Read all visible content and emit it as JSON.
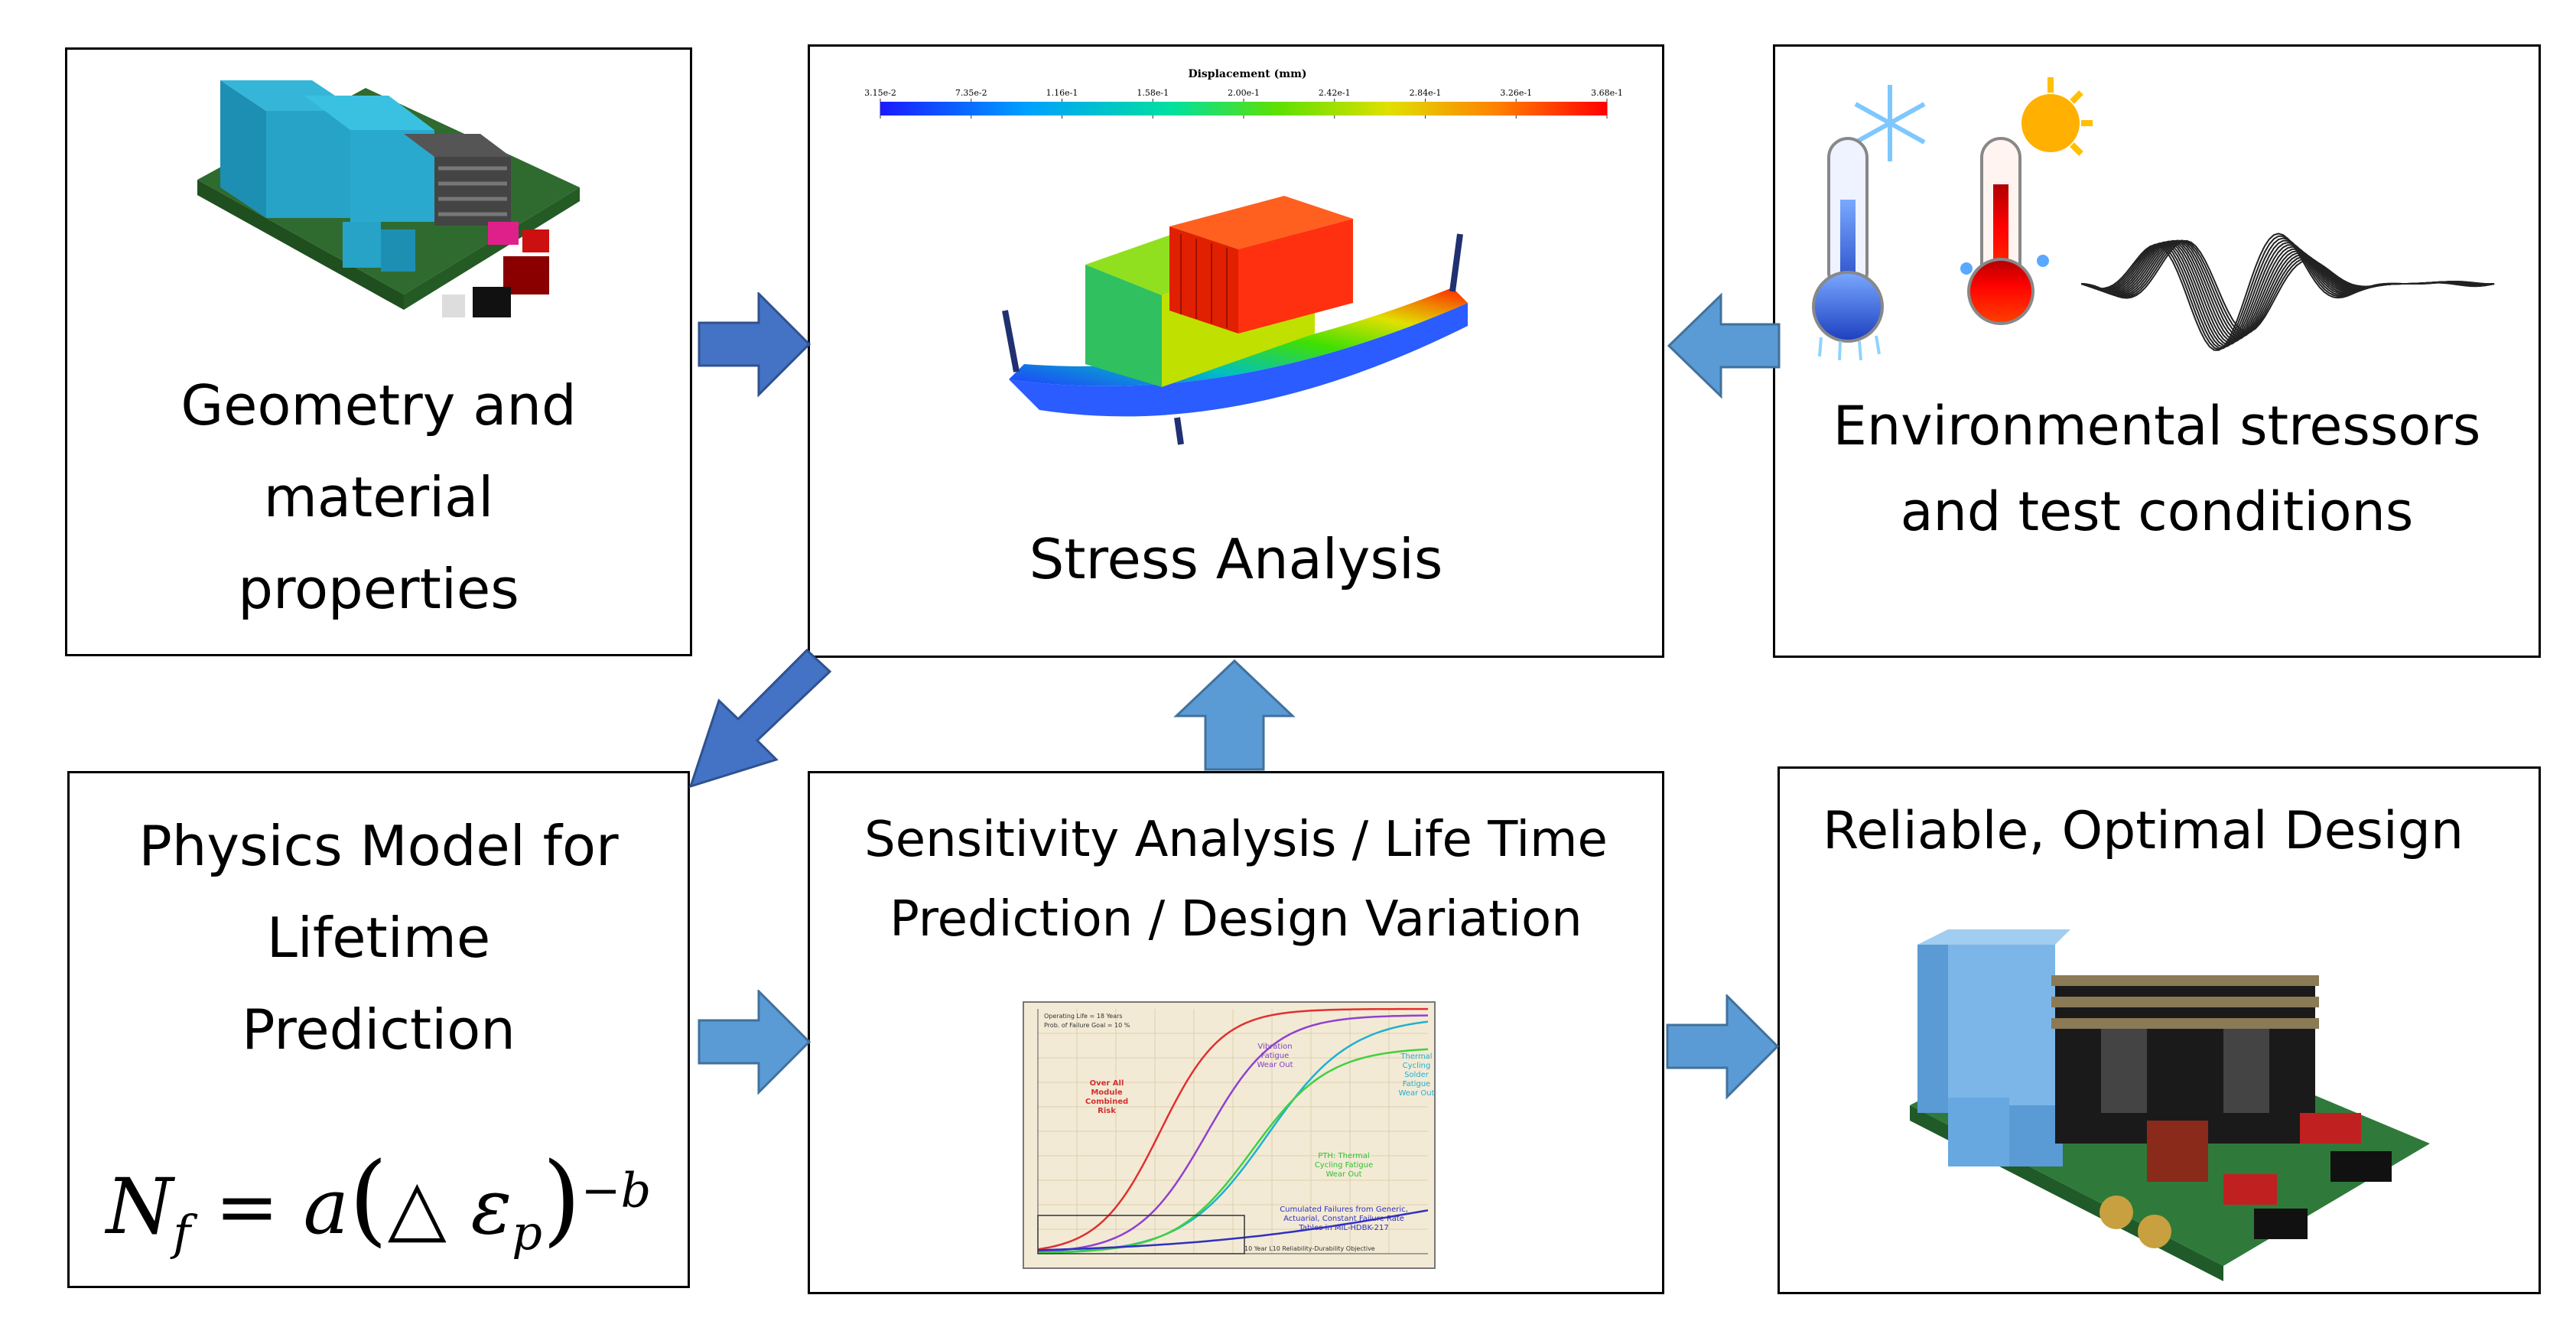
{
  "boxes": {
    "geometry": {
      "lines": [
        "Geometry and",
        "material",
        "properties"
      ]
    },
    "stress": {
      "title": "Stress Analysis",
      "colorbar": {
        "title": "Displacement (mm)",
        "ticks": [
          "3.15e-2",
          "7.35e-2",
          "1.16e-1",
          "1.58e-1",
          "2.00e-1",
          "2.42e-1",
          "2.84e-1",
          "3.26e-1",
          "3.68e-1"
        ]
      }
    },
    "environment": {
      "lines": [
        "Environmental stressors",
        "and test conditions"
      ]
    },
    "physics": {
      "lines": [
        "Physics Model for",
        "Lifetime",
        "Prediction"
      ],
      "formula": {
        "lhs": "N",
        "lhs_sub": "f",
        "eq": "=",
        "a": "a",
        "delta": "△",
        "eps": "ε",
        "eps_sub": "p",
        "exp": "−b"
      }
    },
    "sensitivity": {
      "lines": [
        "Sensitivity Analysis / Life Time",
        "Prediction / Design Variation"
      ],
      "chart_labels": {
        "legend_1": "Operating Life = 18 Years",
        "legend_2": "Prob. of Failure Goal = 10 %",
        "overall": [
          "Over All",
          "Module",
          "Combined",
          "Risk"
        ],
        "vibration": [
          "Vibration",
          "Fatigue",
          "Wear Out"
        ],
        "thermal": [
          "Thermal",
          "Cycling",
          "Solder",
          "Fatigue",
          "Wear Out"
        ],
        "pth": [
          "PTH: Thermal",
          "Cycling Fatigue",
          "Wear Out"
        ],
        "cumulated": [
          "Cumulated Failures from Generic,",
          "Actuarial, Constant Failure Rate",
          "Tables in MIL-HDBK-217"
        ],
        "objective": "10 Year L10 Reliability-Durability Objective"
      }
    },
    "reliable": {
      "title": "Reliable, Optimal Design"
    }
  },
  "colors": {
    "arrow_dark": "#4472C4",
    "arrow_light": "#5B9BD5",
    "arrow_stroke": "#2F528F",
    "border": "#000000"
  }
}
